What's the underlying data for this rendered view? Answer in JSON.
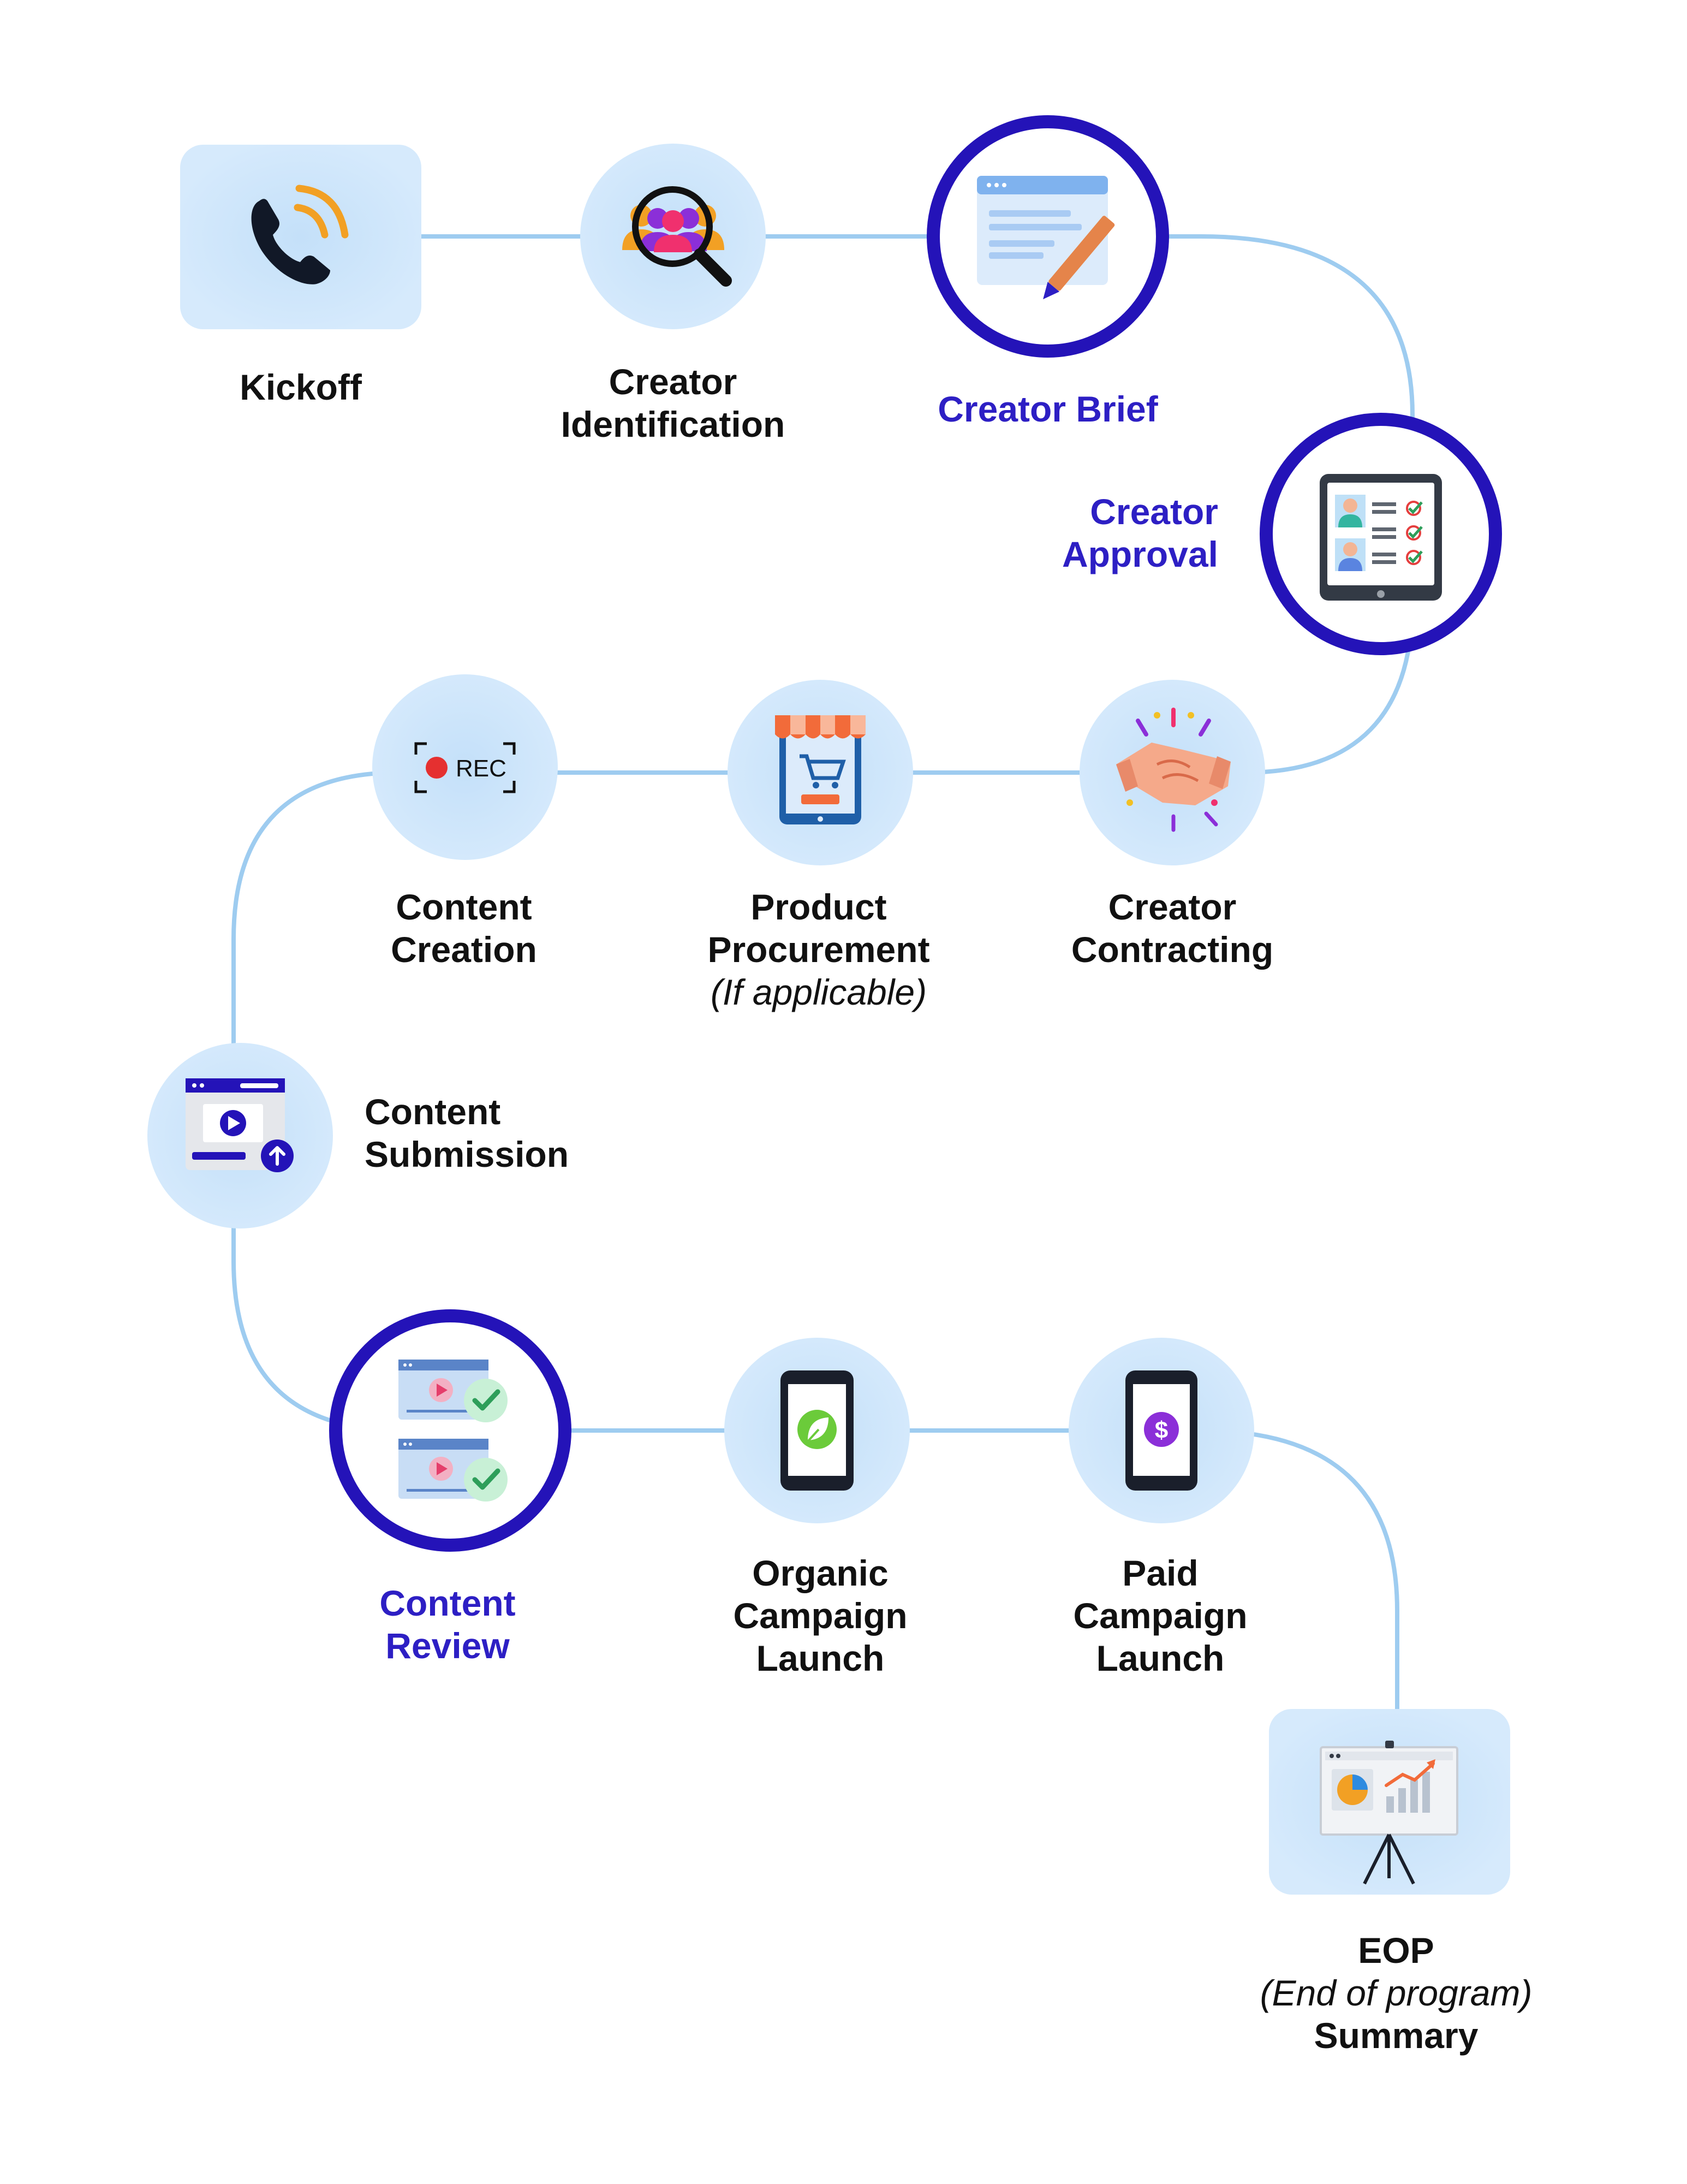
{
  "colors": {
    "connector": "#9ECCF0",
    "node_fill": "#CFE6FB",
    "node_fill_inner": "#BCDDF8",
    "highlight_ring": "#2413B8",
    "accent_text": "#2D1FC4",
    "text": "#111111"
  },
  "steps": [
    {
      "id": "kickoff",
      "lines": [
        "Kickoff"
      ],
      "icon": "phone-icon",
      "highlight": false
    },
    {
      "id": "creator-identification",
      "lines": [
        "Creator",
        "Identification"
      ],
      "icon": "magnifier-people-icon",
      "highlight": false
    },
    {
      "id": "creator-brief",
      "lines": [
        "Creator Brief"
      ],
      "icon": "document-pencil-icon",
      "highlight": true
    },
    {
      "id": "creator-approval",
      "lines": [
        "Creator",
        "Approval"
      ],
      "icon": "tablet-checklist-icon",
      "highlight": true
    },
    {
      "id": "creator-contracting",
      "lines": [
        "Creator",
        "Contracting"
      ],
      "icon": "handshake-icon",
      "highlight": false
    },
    {
      "id": "product-procurement",
      "lines": [
        "Product",
        "Procurement"
      ],
      "note": "(If applicable)",
      "icon": "shop-tablet-icon",
      "highlight": false
    },
    {
      "id": "content-creation",
      "lines": [
        "Content",
        "Creation"
      ],
      "icon": "rec-icon",
      "rec_text": "REC",
      "highlight": false
    },
    {
      "id": "content-submission",
      "lines": [
        "Content",
        "Submission"
      ],
      "icon": "video-upload-icon",
      "highlight": false
    },
    {
      "id": "content-review",
      "lines": [
        "Content",
        "Review"
      ],
      "icon": "video-check-icon",
      "highlight": true
    },
    {
      "id": "organic-campaign-launch",
      "lines": [
        "Organic",
        "Campaign",
        "Launch"
      ],
      "icon": "phone-leaf-icon",
      "highlight": false
    },
    {
      "id": "paid-campaign-launch",
      "lines": [
        "Paid",
        "Campaign",
        "Launch"
      ],
      "icon": "phone-dollar-icon",
      "dollar_text": "$",
      "highlight": false
    },
    {
      "id": "eop-summary",
      "lines": [
        "EOP"
      ],
      "note": "(End of program)",
      "lines_after": [
        "Summary"
      ],
      "icon": "presentation-board-icon",
      "highlight": false
    }
  ]
}
